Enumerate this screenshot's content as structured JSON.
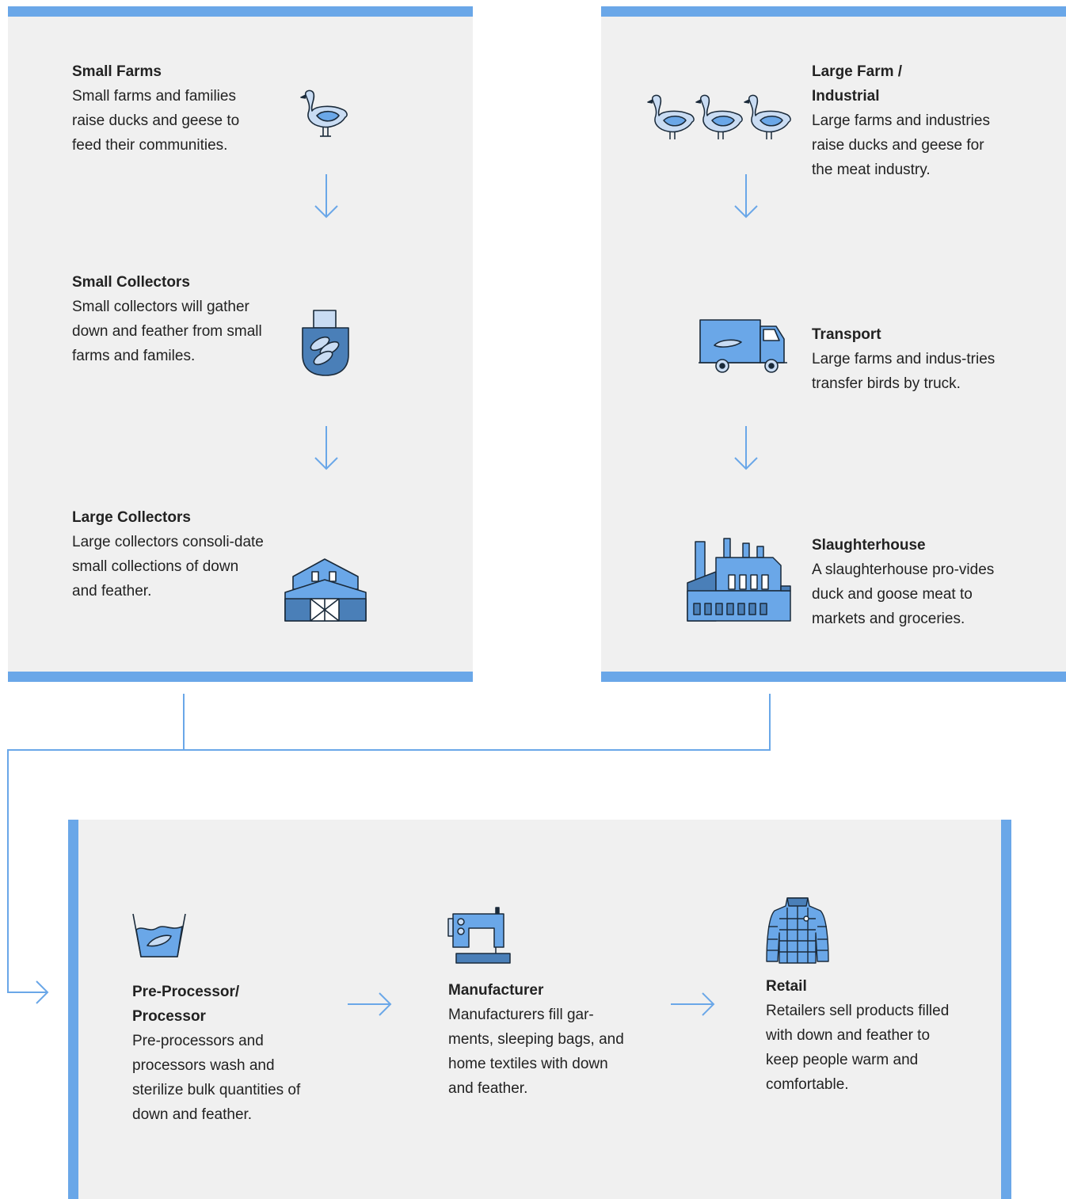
{
  "colors": {
    "accent": "#6aa7e8",
    "panel": "#f0f0f0",
    "icon_fill": "#6aa7e8",
    "icon_dark": "#4a7fb8"
  },
  "left_panel": {
    "steps": [
      {
        "title": "Small Farms",
        "desc": "Small farms and families raise ducks and geese to feed their communities.",
        "icon": "goose-icon"
      },
      {
        "title": "Small Collectors",
        "desc": "Small collectors will gather down and feather from small farms and familes.",
        "icon": "collection-bag-icon"
      },
      {
        "title": "Large Collectors",
        "desc": "Large collectors consoli-date small collections of down and feather.",
        "icon": "barn-icon"
      }
    ]
  },
  "right_panel": {
    "steps": [
      {
        "title": "Large Farm / Industrial",
        "desc": "Large farms and industries raise ducks and geese for the meat industry.",
        "icon": "geese-flock-icon"
      },
      {
        "title": "Transport",
        "desc": "Large farms and indus-tries transfer birds by truck.",
        "icon": "truck-icon"
      },
      {
        "title": "Slaughterhouse",
        "desc": "A slaughterhouse pro-vides duck and goose meat to markets and groceries.",
        "icon": "factory-icon"
      }
    ]
  },
  "bottom_panel": {
    "steps": [
      {
        "title": "Pre-Processor/ Processor",
        "desc": "Pre-processors and processors wash and sterilize bulk quantities of down and feather.",
        "icon": "wash-basin-icon"
      },
      {
        "title": "Manufacturer",
        "desc": "Manufacturers fill gar-ments, sleeping bags, and home textiles with down and feather.",
        "icon": "sewing-machine-icon"
      },
      {
        "title": "Retail",
        "desc": "Retailers sell products filled with down and feather to keep people warm and comfortable.",
        "icon": "down-jacket-icon"
      }
    ]
  }
}
